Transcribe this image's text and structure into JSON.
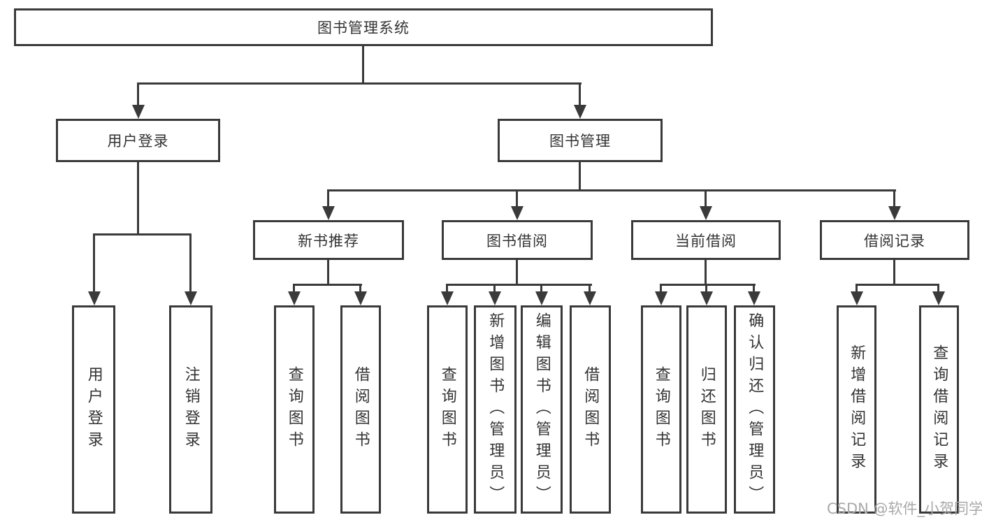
{
  "tree": {
    "root": {
      "label": "图书管理系统"
    },
    "login": {
      "label": "用户登录",
      "children": [
        {
          "label": "用户登录"
        },
        {
          "label": "注销登录"
        }
      ]
    },
    "mgmt": {
      "label": "图书管理",
      "groups": [
        {
          "label": "新书推荐",
          "children": [
            {
              "label": "查询图书"
            },
            {
              "label": "借阅图书"
            }
          ]
        },
        {
          "label": "图书借阅",
          "children": [
            {
              "label": "查询图书"
            },
            {
              "label": "新增图书（管理员）"
            },
            {
              "label": "编辑图书（管理员）"
            },
            {
              "label": "借阅图书"
            }
          ]
        },
        {
          "label": "当前借阅",
          "children": [
            {
              "label": "查询图书"
            },
            {
              "label": "归还图书"
            },
            {
              "label": "确认归还（管理员）"
            }
          ]
        },
        {
          "label": "借阅记录",
          "children": [
            {
              "label": "新增借阅记录"
            },
            {
              "label": "查询借阅记录"
            }
          ]
        }
      ]
    }
  },
  "watermark": "CSDN @软件_小贺同学",
  "colors": {
    "line": "#3a3a3a",
    "text": "#333333",
    "watermark_color": "#a9a9a9",
    "background": "#ffffff"
  }
}
